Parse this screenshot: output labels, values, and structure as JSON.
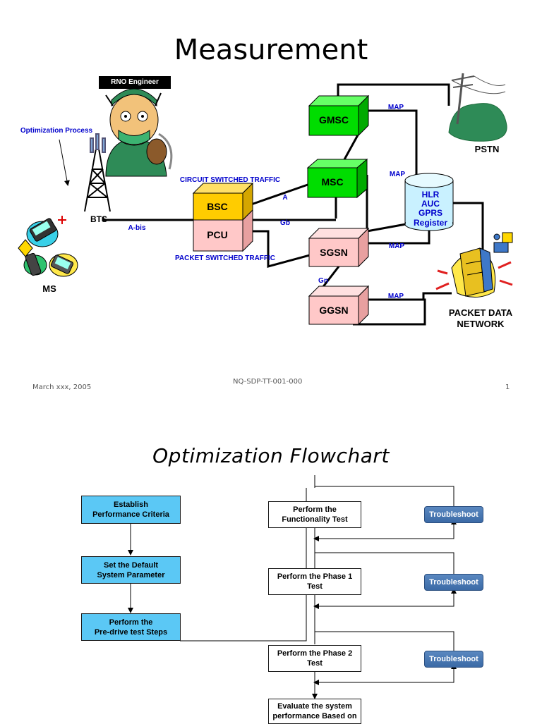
{
  "slide1": {
    "title": "Measurement",
    "badge": "RNO Engineer",
    "labels": {
      "optimization_process": "Optimization Process",
      "bts": "BTS",
      "ms": "MS",
      "pstn": "PSTN",
      "abis": "A-bis",
      "a": "A",
      "gb": "Gb",
      "gn": "Gn",
      "map1": "MAP",
      "map2": "MAP",
      "map3": "MAP",
      "map4": "MAP",
      "circuit": "CIRCUIT SWITCHED TRAFFIC",
      "packet": "PACKET SWITCHED TRAFFIC",
      "pdn_line1": "PACKET DATA",
      "pdn_line2": "NETWORK",
      "hlr_line1": "HLR",
      "hlr_line2": "AUC",
      "hlr_line3": "GPRS",
      "hlr_line4": "Register"
    },
    "nodes": {
      "gmsc": "GMSC",
      "msc": "MSC",
      "bsc": "BSC",
      "pcu": "PCU",
      "sgsn": "SGSN",
      "ggsn": "GGSN"
    },
    "colors": {
      "green": "#00dd00",
      "yellow": "#ffcc00",
      "pink": "#ffc8c8",
      "hlr": "#c9f1ff",
      "label_blue": "#0000cc"
    },
    "footer": {
      "date": "March xxx, 2005",
      "doc": "NQ-SDP-TT-001-000",
      "page": "1"
    }
  },
  "slide2": {
    "title": "Optimization Flowchart",
    "left_steps": [
      "Establish\nPerformance Criteria",
      "Set the Default\nSystem Parameter",
      "Perform the\nPre-drive test Steps"
    ],
    "mid_steps": [
      "Perform the\nFunctionality Test",
      "Perform the Phase 1\nTest",
      "Perform the Phase 2\nTest",
      "Evaluate the system\nperformance Based on"
    ],
    "troubleshoot": [
      "Troubleshoot",
      "Troubleshoot",
      "Troubleshoot"
    ]
  }
}
